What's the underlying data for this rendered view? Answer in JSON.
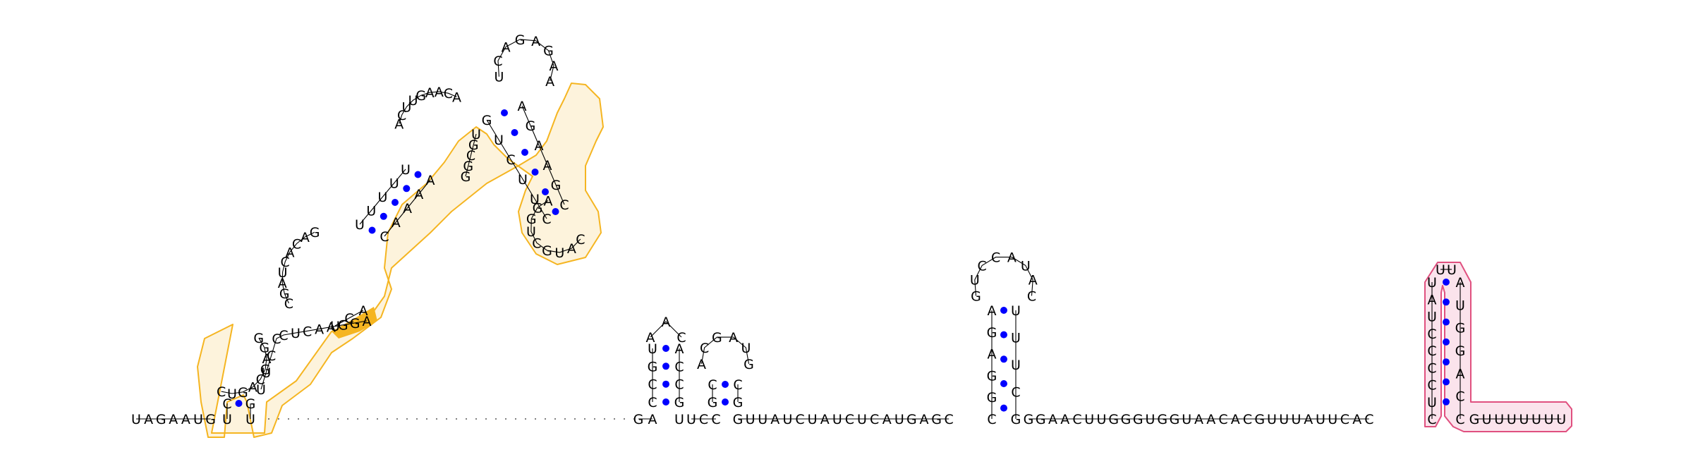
{
  "colors": {
    "base_pair_dot": "#0000ff",
    "domain_highlight_outline": "#f5b521",
    "domain_highlight_fill": "#fdf3dc",
    "motif_highlight_fill": "#f5b521",
    "terminator_outline": "#e0507f",
    "terminator_fill": "#fbe3ec",
    "backbone": "#000000"
  },
  "sequence": {
    "five_prime_tail": "UAGAAUG",
    "big_domain": {
      "arm1_5p": "CUGACGAGG",
      "arm1_3p": "UUCCCUCAAGGA",
      "loop_mid": "CGAUC",
      "stem_up": "UUUUU",
      "stem_up_pair": "AAAAC",
      "motif": "UCA",
      "upper_left": "ACUU",
      "upper_top": "GAACA",
      "upper_right": "UGCGG",
      "top_loop": "UCAGAGAA",
      "right_arm": "GUCUUC",
      "right_arm_pair": "AGAAGC",
      "small_loop": "CAUGCUGGA"
    },
    "linker": "GA",
    "hairpin_a": {
      "stem_5p": "CCGU",
      "loop": "AAC",
      "stem_3p": "ACCG"
    },
    "hairpin_b": {
      "stem_5p": "GC",
      "loop": "ACGAUG",
      "stem_3p": "CG"
    },
    "spacer_1": "GUUAUCUAUCUCAUGAGC",
    "hairpin_c": {
      "stem_5p": "CGGAGA",
      "loop": "GUCCAUAC",
      "stem_3p": "UUUCG"
    },
    "spacer_2": "GGAACUUGGGUGGUAACACGUUUAUUCAC",
    "terminator": {
      "stem_5p": "CUCCCCUAU",
      "loop": "UU",
      "stem_3p": "AUGGACC"
    },
    "three_prime_tail": "GUUUUUUU"
  }
}
